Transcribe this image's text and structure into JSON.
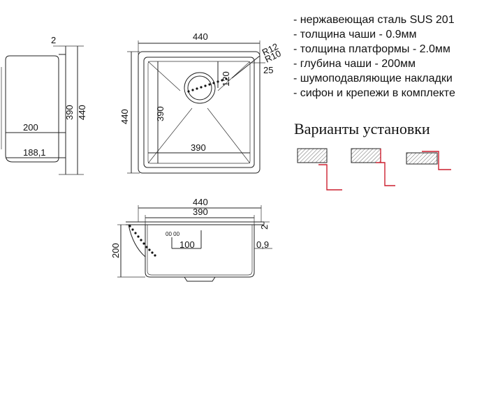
{
  "specs": {
    "items": [
      "- нержавеющая сталь SUS 201",
      "- толщина чаши - 0.9мм",
      "- толщина платформы - 2.0мм",
      "- глубина чаши - 200мм",
      "- шумоподавляющие накладки",
      "- сифон и крепежи в комплекте"
    ]
  },
  "install": {
    "title": "Варианты установки",
    "mount_line_color": "#cc1f2f"
  },
  "side_view": {
    "thickness": "2",
    "depth_total": "440",
    "depth_bowl": "390",
    "height": "200",
    "height_inner": "188,1"
  },
  "top_view": {
    "width": "440",
    "length": "440",
    "inner_length": "390",
    "inner_width": "390",
    "radius_outer": "R12",
    "radius_inner": "R10",
    "drain_offset": "120",
    "corner": "25"
  },
  "front_view": {
    "width": "440",
    "inner_width": "390",
    "height": "200",
    "drain_distance": "100",
    "flange": "2",
    "wall": "0,9",
    "drain_label": "00 00"
  }
}
